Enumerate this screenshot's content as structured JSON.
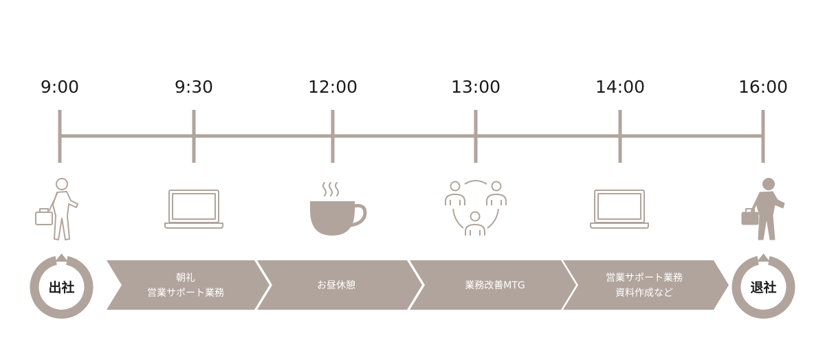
{
  "colors": {
    "accent": "#b1a49c",
    "line": "#b1a49c",
    "text": "#1a1a1a",
    "step_text": "#ffffff"
  },
  "timeline": {
    "times": [
      "9:00",
      "9:30",
      "12:00",
      "13:00",
      "14:00",
      "16:00"
    ]
  },
  "icons": [
    "walking-person-with-bag-icon",
    "laptop-icon",
    "coffee-cup-icon",
    "team-meeting-icon",
    "laptop-icon",
    "walking-person-with-bag-icon"
  ],
  "start": {
    "label": "出社"
  },
  "end": {
    "label": "退社"
  },
  "steps": [
    {
      "lines": [
        "朝礼",
        "営業サポート業務"
      ]
    },
    {
      "lines": [
        "お昼休憩"
      ]
    },
    {
      "lines": [
        "業務改善MTG"
      ]
    },
    {
      "lines": [
        "営業サポート業務",
        "資料作成など"
      ]
    }
  ]
}
